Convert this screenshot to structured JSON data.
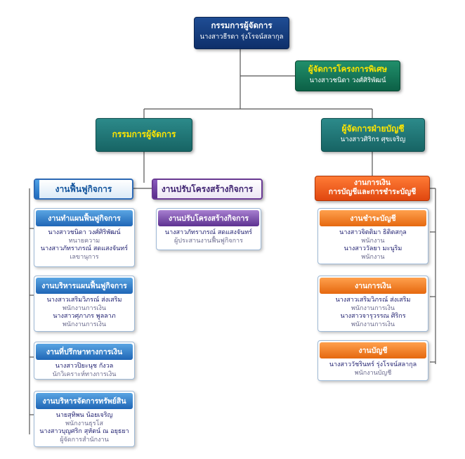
{
  "top": {
    "title": "กรรมการผู้จัดการ",
    "name": "นางสาวธีรดา รุ่งโรจน์สลากุล"
  },
  "special": {
    "title": "ผู้จัดการโครงการพิเศษ",
    "name": "นางสาวชนิดา วงศ์ศิริพัฒน์"
  },
  "left_mgr": {
    "title": "กรรมการผู้จัดการ"
  },
  "right_mgr": {
    "title": "ผู้จัดการฝ่ายบัญชี",
    "name": "นางสาวศิริกร ศุขเจริญ"
  },
  "dept_recovery": {
    "title": "งานฟื้นฟูกิจการ"
  },
  "dept_restructure": {
    "title": "งานปรับโครงสร้างกิจการ"
  },
  "dept_finance": {
    "title_line1": "งานการเงิน",
    "title_line2": "การบัญชีและการชำระบัญชี"
  },
  "cards": {
    "plan": {
      "title": "งานทำแผนฟื้นฟูกิจการ",
      "lines": [
        {
          "name": "นางสาวชนิดา วงศ์ศิริพัฒน์",
          "role": "ทนายความ"
        },
        {
          "name": "นางสาวภัทราภรณ์ สดแสงจันทร์",
          "role": "เลขานุการ"
        }
      ]
    },
    "admin_plan": {
      "title": "งานบริหารแผนฟื้นฟูกิจการ",
      "lines": [
        {
          "name": "นางสาวเสริมวิภรณ์ ส่งเสริม",
          "role": "พนักงานการเงิน"
        },
        {
          "name": "นางสาวศุภาภร พูลลาภ",
          "role": "พนักงานการเงิน"
        }
      ]
    },
    "advisor": {
      "title": "งานที่ปรึกษาทางการเงิน",
      "lines": [
        {
          "name": "นางสาวปิยะนุช กังวล",
          "role": "นักวิเคราะห์ทางการเงิน"
        }
      ]
    },
    "asset": {
      "title": "งานบริหารจัดการทรัพย์สิน",
      "lines": [
        {
          "name": "นายสุทิพน น้อยเจริญ",
          "role": "พนักงานธุรโส"
        },
        {
          "name": "นางสาวบุญศริก สุหัตน์ ณ อยุธยา",
          "role": "ผู้จัดการสำนักงาน"
        }
      ]
    },
    "restructure": {
      "title": "งานปรับโครงสร้างกิจการ",
      "lines": [
        {
          "name": "นางสาวภัทราภรณ์ สดแสงจันทร์",
          "role": "ผู้ประสานงานฟื้นฟูกิจการ"
        }
      ]
    },
    "liquidation": {
      "title": "งานชำระบัญชี",
      "lines": [
        {
          "name": "นางสาวจิตติมา ธิติตสกุล",
          "role": "พนักงาน"
        },
        {
          "name": "นางสาววัลยา มะนูริม",
          "role": "พนักงาน"
        }
      ]
    },
    "finance": {
      "title": "งานการเงิน",
      "lines": [
        {
          "name": "นางสาวเสริมวิภรณ์ ส่งเสริม",
          "role": "พนักงานการเงิน"
        },
        {
          "name": "นางสาวจารุวรรณ ศิริกร",
          "role": "พนักงานการเงิน"
        }
      ]
    },
    "accounting": {
      "title": "งานบัญชี",
      "lines": [
        {
          "name": "นางสาววัชรินทร์ รุ่งโรจน์สลากุล",
          "role": "พนักงานบัญชี"
        }
      ]
    }
  }
}
